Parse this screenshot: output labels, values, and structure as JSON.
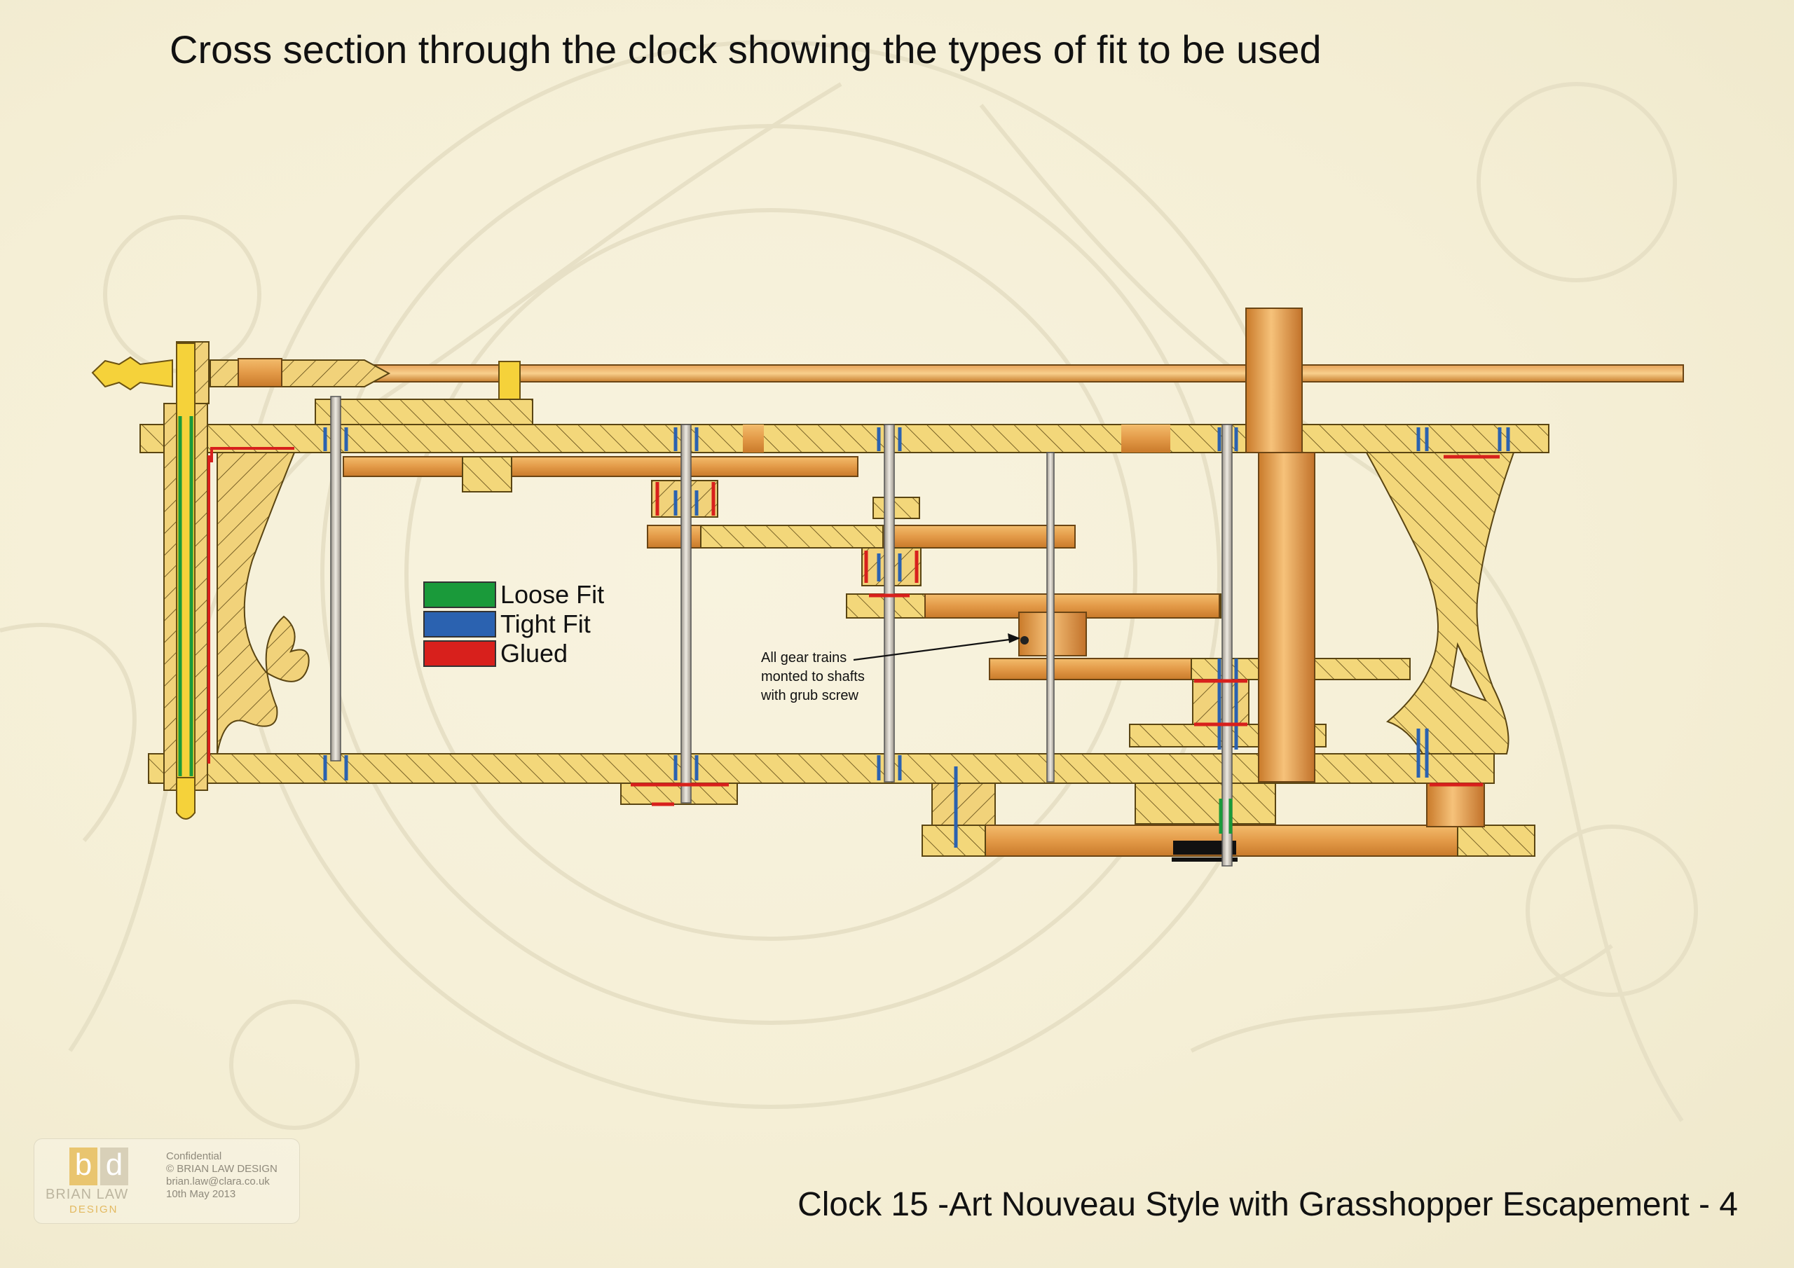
{
  "title": "Cross section through the clock showing the types of fit to be used",
  "subtitle": "Clock 15 -Art Nouveau Style with Grasshopper Escapement - 4",
  "legend": [
    {
      "label": "Loose Fit",
      "color": "#1a9a3a"
    },
    {
      "label": "Tight Fit",
      "color": "#2b62b0"
    },
    {
      "label": "Glued",
      "color": "#d8201c"
    }
  ],
  "annotation": "All gear trains\nmonted to shafts\nwith grub screw",
  "credit": {
    "logo_letters": [
      "b",
      "d"
    ],
    "logo_name": "BRIAN LAW",
    "logo_sub": "DESIGN",
    "lines": [
      "Confidential",
      "© BRIAN LAW DESIGN",
      "brian.law@clara.co.uk",
      "10th May 2013"
    ]
  },
  "colors": {
    "wood": "#f3d77a",
    "wood_dark": "#d9b552",
    "copper": "#e8a050",
    "copper_dark": "#c77a2c",
    "hatch": "#4a3a10",
    "background": "#f7f2dc"
  }
}
